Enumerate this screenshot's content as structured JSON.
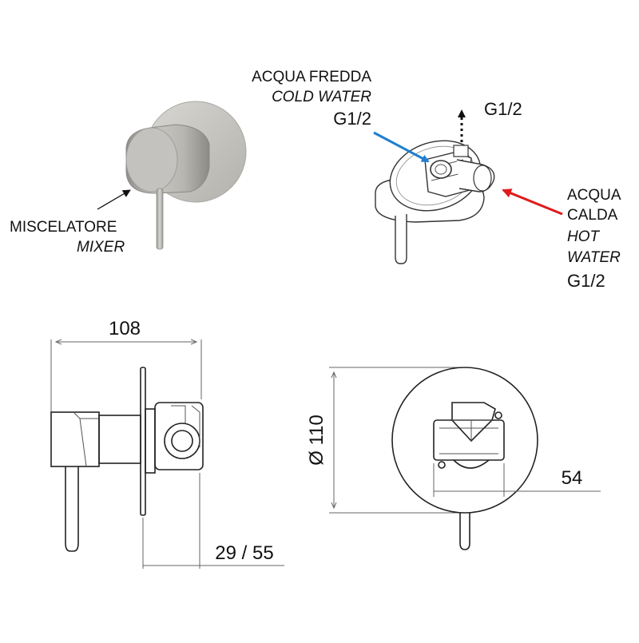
{
  "labels": {
    "cold_it": "ACQUA FREDDA",
    "cold_en": "COLD WATER",
    "cold_thread": "G1/2",
    "outlet_thread": "G1/2",
    "hot_it_1": "ACQUA",
    "hot_it_2": "CALDA",
    "hot_en_1": "HOT",
    "hot_en_2": "WATER",
    "hot_thread": "G1/2",
    "mixer_it": "MISCELATORE",
    "mixer_en": "MIXER"
  },
  "dimensions": {
    "length": "108",
    "diameter": "Ø 110",
    "depth": "29 / 55",
    "body_width": "54"
  },
  "colors": {
    "cold_arrow": "#1f7ed1",
    "hot_arrow": "#e01b1b",
    "line": "#222222",
    "metal_light": "#d2d0cc",
    "metal_mid": "#b4b2ad",
    "metal_dark": "#8e8c88"
  }
}
